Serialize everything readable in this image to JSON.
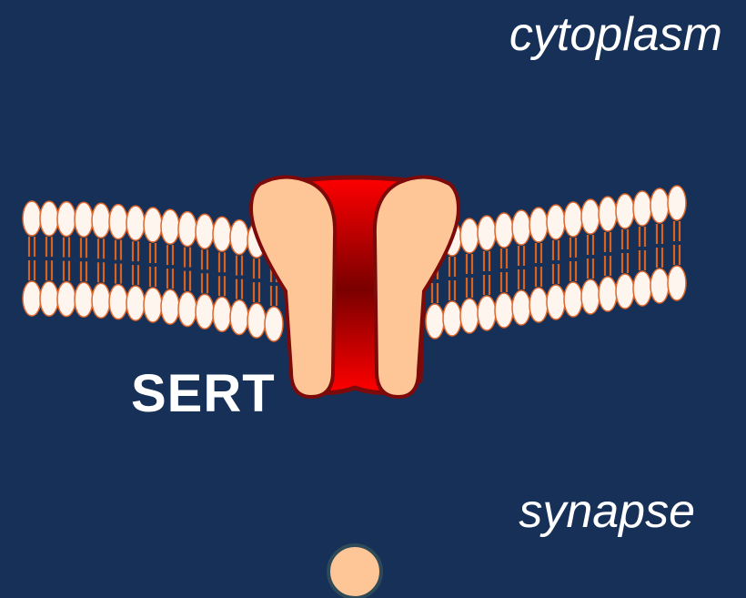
{
  "diagram": {
    "regions": {
      "cytoplasm": "cytoplasm",
      "synapse": "synapse"
    },
    "protein_label": "SERT"
  },
  "colors": {
    "background": "#173057",
    "lipid_head": "#fff5ef",
    "lipid_head_stroke": "#e0662a",
    "lipid_tail": "#d9621f",
    "transporter_red": "#ff0000",
    "transporter_dark_red": "#7a0000",
    "transporter_outline": "#7d0a0a",
    "transporter_peach": "#fec596",
    "molecule_fill": "#fec596",
    "molecule_stroke": "#2e4a58"
  }
}
